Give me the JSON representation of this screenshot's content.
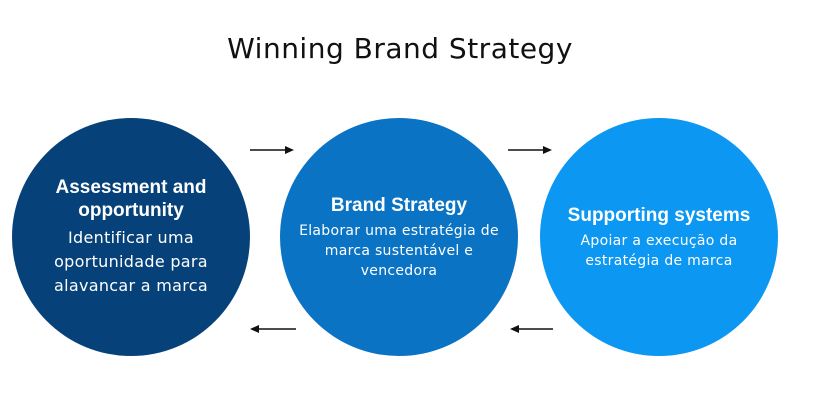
{
  "title": "Winning Brand Strategy",
  "colors": {
    "circle_1": "#06417a",
    "circle_2": "#0a73c4",
    "circle_3": "#0c97f2",
    "arrow": "#111111"
  },
  "circles": [
    {
      "heading": "Assessment and opportunity",
      "description": "Identificar uma oportunidade para alavancar a marca"
    },
    {
      "heading": "Brand Strategy",
      "description": "Elaborar uma estratégia de marca sustentável e vencedora"
    },
    {
      "heading": "Supporting systems",
      "description": "Apoiar a execução da estratégia de marca"
    }
  ],
  "arrows": [
    {
      "name": "forward-arrow-1",
      "direction": "right"
    },
    {
      "name": "forward-arrow-2",
      "direction": "right"
    },
    {
      "name": "back-arrow-1",
      "direction": "left"
    },
    {
      "name": "back-arrow-2",
      "direction": "left"
    }
  ]
}
